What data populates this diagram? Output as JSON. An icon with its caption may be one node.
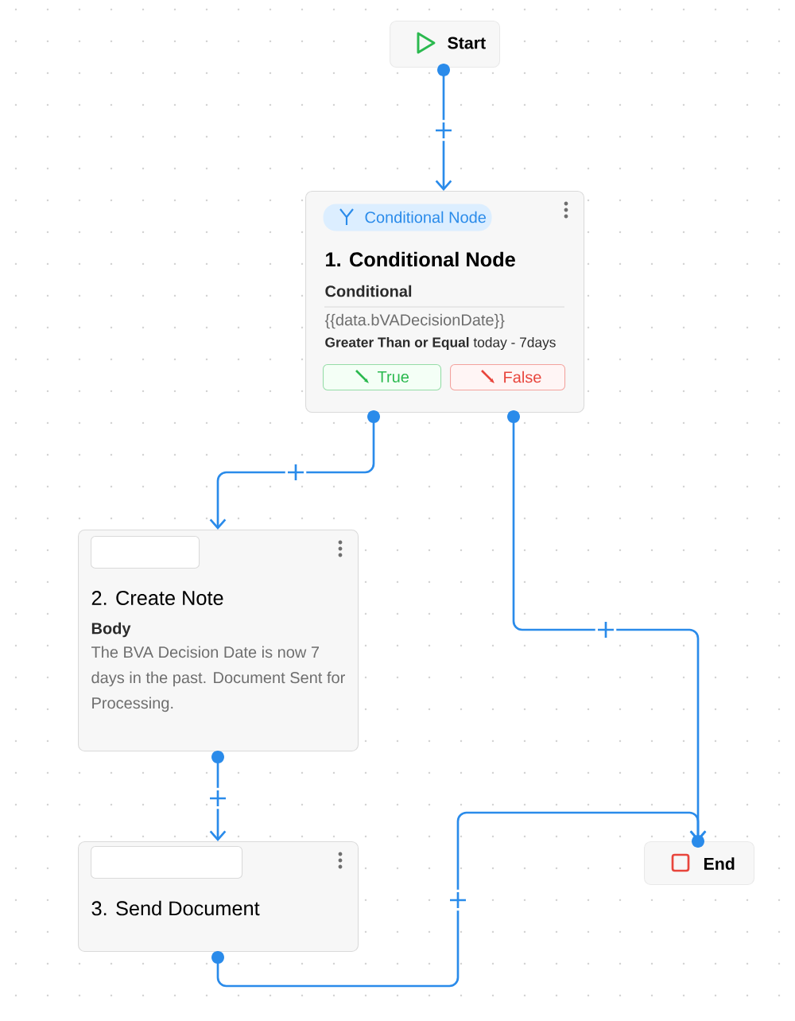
{
  "diagram": {
    "nodes": [
      {
        "text": [
          "Start"
        ]
      },
      {
        "text": [
          "1. Conditional Node",
          "Conditional",
          "{{data.bVADecisionDate}}",
          "**Greater Than or Equal** today - 7days"
        ]
      },
      {
        "text": [
          "Conditional Node"
        ],
        "in": 1
      },
      {
        "text": [
          "True"
        ],
        "in": 1
      },
      {
        "text": [
          "False"
        ],
        "in": 1
      },
      {
        "text": [
          "2. Create Note",
          "Body",
          "The BVA Decision Date is now 7 days in the past. Document Sent for Processing."
        ]
      },
      {
        "text": [],
        "shape": "box",
        "in": 5
      },
      {
        "text": [
          "3. Send Document"
        ]
      },
      {
        "text": [],
        "shape": "box",
        "in": 7
      },
      {
        "text": [
          "End"
        ]
      }
    ],
    "edges": [
      {
        "from": 0,
        "to": 1,
        "arrow": "to"
      },
      {
        "from": 1,
        "to": 5,
        "arrow": "to"
      },
      {
        "from": 5,
        "to": 7,
        "arrow": "to"
      },
      {
        "from": 1,
        "to": 9,
        "arrow": "to"
      },
      {
        "from": 7,
        "to": 9,
        "arrow": "to"
      }
    ]
  }
}
